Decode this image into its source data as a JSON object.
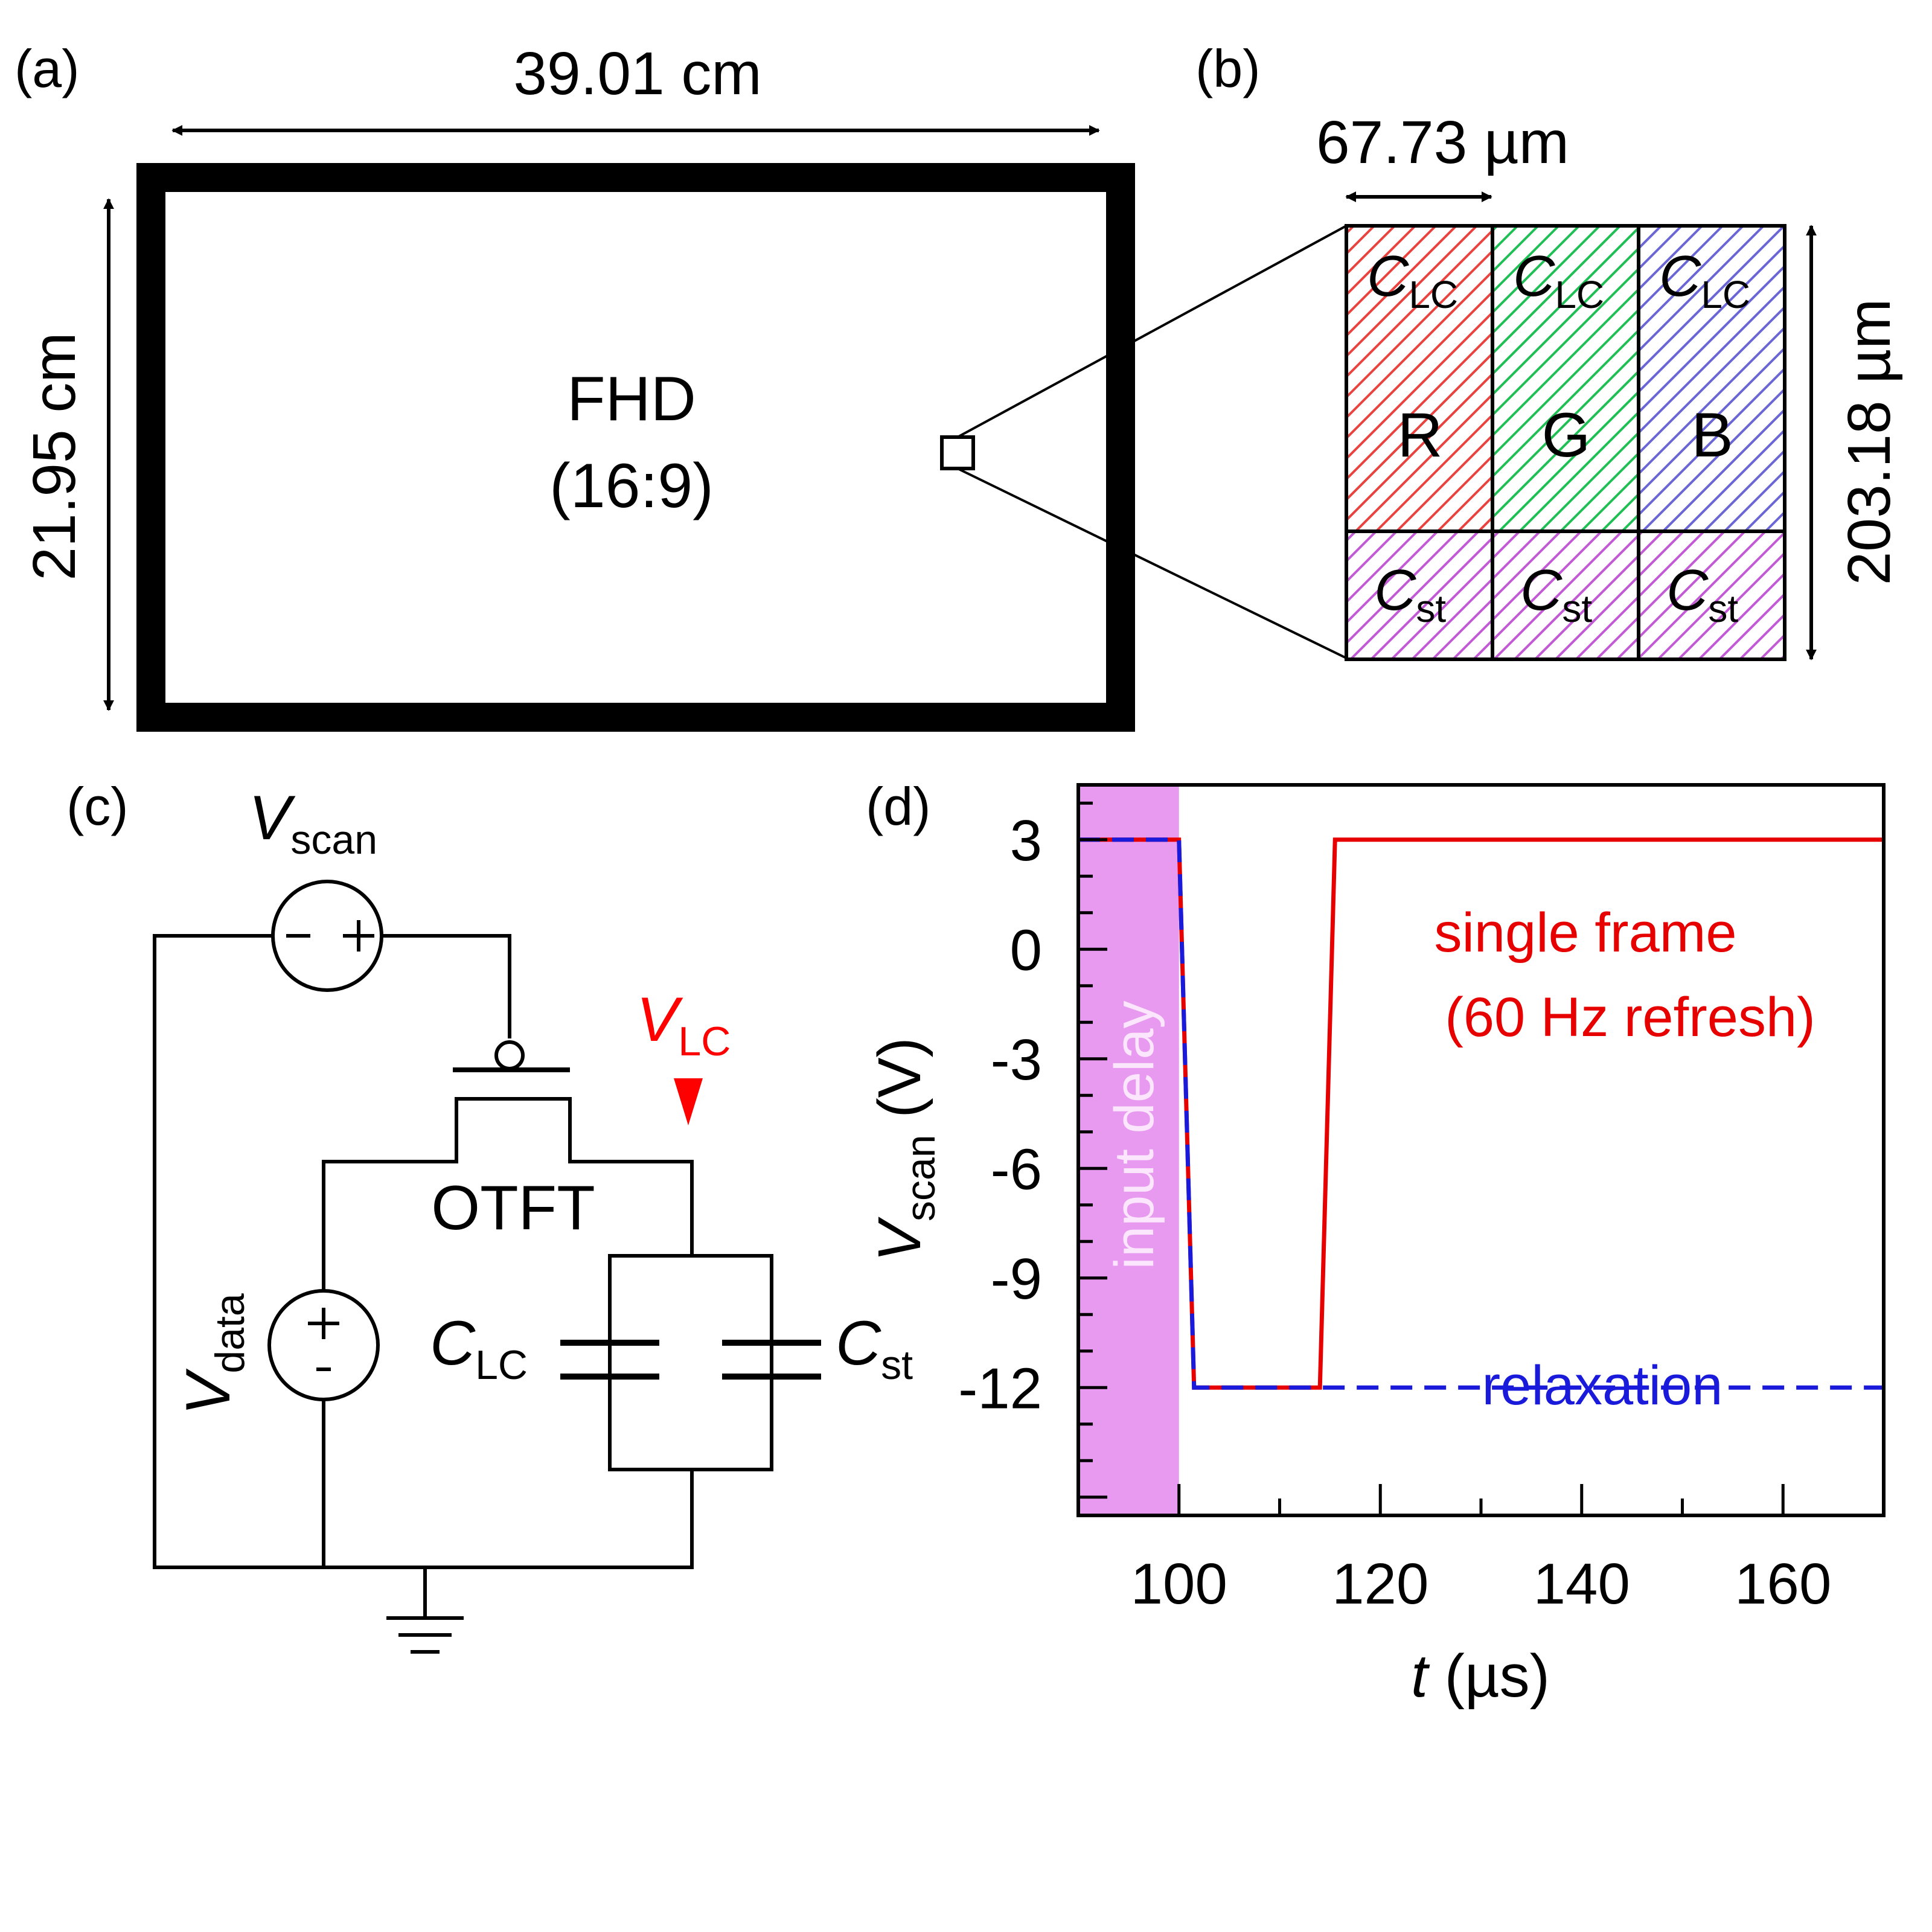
{
  "panel_a": {
    "label": "(a)",
    "width_label": "39.01 cm",
    "height_label": "21.95 cm",
    "display_type": "FHD",
    "aspect": "(16:9)"
  },
  "panel_b": {
    "label": "(b)",
    "subpixel_width_label": "67.73 µm",
    "pixel_height_label": "203.18 µm",
    "subpixels": [
      {
        "name": "R",
        "color": "#e8433f"
      },
      {
        "name": "G",
        "color": "#1fbf55"
      },
      {
        "name": "B",
        "color": "#6a66d6"
      }
    ],
    "clc_symbol": "C",
    "clc_sub": "LC",
    "cst_symbol": "C",
    "cst_sub": "st",
    "cst_color": "#c25ad6"
  },
  "panel_c": {
    "label": "(c)",
    "vscan_symbol": "V",
    "vscan_sub": "scan",
    "vlc_symbol": "V",
    "vlc_sub": "LC",
    "vdata_symbol": "V",
    "vdata_sub": "data",
    "transistor": "OTFT",
    "clc_symbol": "C",
    "clc_sub": "LC",
    "cst_symbol": "C",
    "cst_sub": "st",
    "highlight_color": "#ff0000"
  },
  "panel_d": {
    "label": "(d)",
    "annotation_delay": "input delay",
    "annotation_single_1": "single frame",
    "annotation_single_2": "(60 Hz refresh)",
    "annotation_relax": "relaxation",
    "ylabel_symbol": "V",
    "ylabel_sub": "scan",
    "ylabel_unit": "(V)",
    "xlabel_symbol": "t",
    "xlabel_unit": "(µs)"
  },
  "chart_data": {
    "type": "line",
    "xlim": [
      90,
      170
    ],
    "ylim": [
      -15.5,
      4.5
    ],
    "xticks": [
      100,
      120,
      140,
      160
    ],
    "yticks": [
      3,
      0,
      -3,
      -6,
      -9,
      -12
    ],
    "shaded_region": {
      "x": [
        90,
        100
      ],
      "color": "#e89af0"
    },
    "series": [
      {
        "color": "#e60000",
        "dash": "solid",
        "x": [
          90,
          100,
          101.5,
          114,
          115.5,
          170
        ],
        "y": [
          3,
          3,
          -12,
          -12,
          3,
          3
        ]
      },
      {
        "color": "#1a1adb",
        "dash": "dashed",
        "x": [
          90,
          100,
          101.5,
          170
        ],
        "y": [
          3,
          3,
          -12,
          -12
        ]
      }
    ]
  }
}
